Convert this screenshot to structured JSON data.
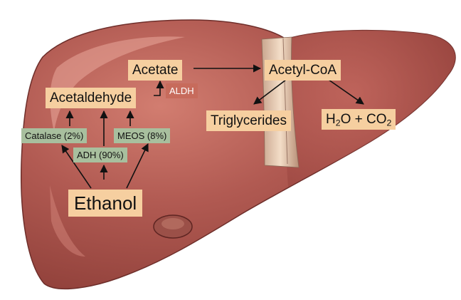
{
  "colors": {
    "liver": "#b15a52",
    "liver_dark": "#7e3530",
    "liver_highlight": "#e29b8f",
    "label_peach": "#f6cfa0",
    "label_sage": "#a8bf9e",
    "label_aldh": "#c76b5c"
  },
  "nodes": {
    "ethanol": "Ethanol",
    "acetaldehyde": "Acetaldehyde",
    "acetate": "Acetate",
    "acetyl_coa": "Acetyl-CoA",
    "triglycerides": "Triglycerides",
    "h2o_co2": {
      "h": "H",
      "two_a": "2",
      "o_plus_co": "O + CO",
      "two_b": "2"
    }
  },
  "enzymes": {
    "catalase": "Catalase (2%)",
    "adh": "ADH (90%)",
    "meos": "MEOS (8%)",
    "aldh": "ALDH"
  }
}
